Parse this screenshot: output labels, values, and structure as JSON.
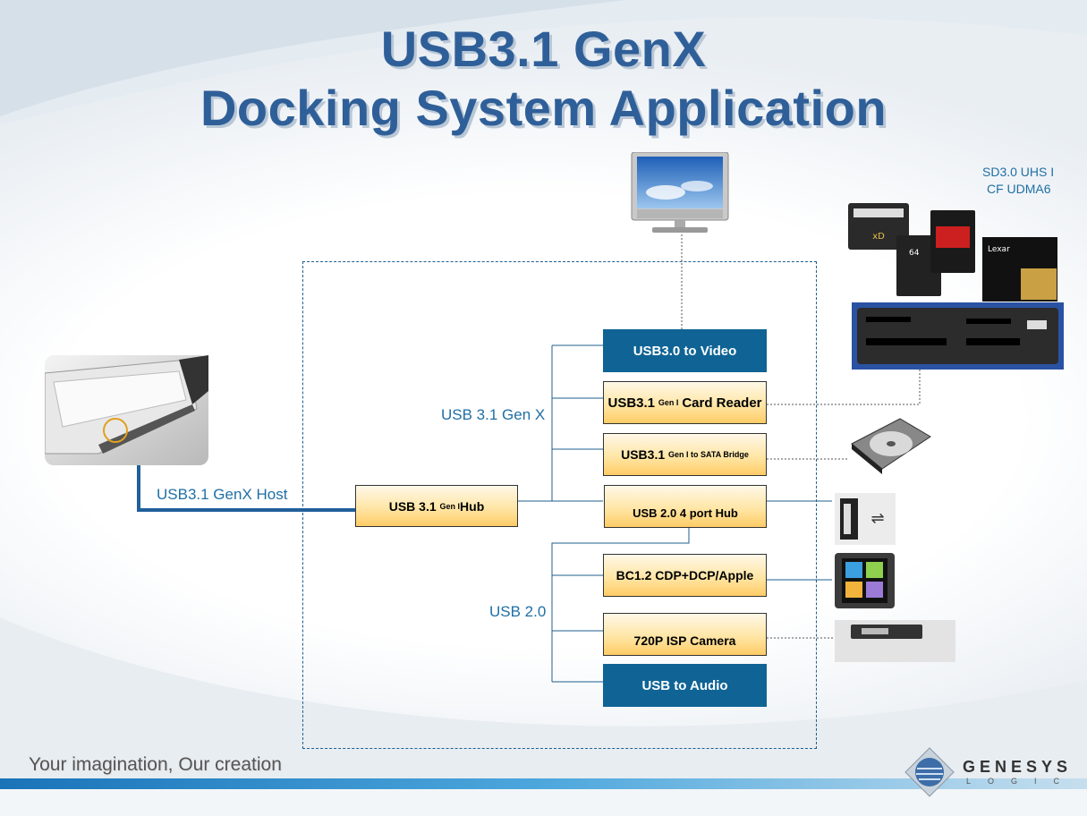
{
  "title": {
    "line1": "USB3.1 GenX",
    "line2": "Docking System Application"
  },
  "labels": {
    "host": "USB3.1 GenX Host",
    "gen_x": "USB 3.1 Gen X",
    "usb20": "USB 2.0",
    "card_spec_1": "SD3.0 UHS I",
    "card_spec_2": "CF UDMA6"
  },
  "boxes": {
    "hub_main": {
      "pre": "USB 3.1 ",
      "sub": "Gen I",
      "post": " Hub"
    },
    "video": "USB3.0 to Video",
    "card_reader": {
      "pre": "USB3.1 ",
      "sub": "Gen I",
      "post": " Card Reader"
    },
    "sata": {
      "pre": "USB3.1 ",
      "sub": "Gen I to SATA Bridge"
    },
    "hub20": "USB 2.0 4 port Hub",
    "bc12": "BC1.2 CDP+DCP/Apple",
    "camera": "720P ISP Camera",
    "audio": "USB to Audio"
  },
  "footer": {
    "slogan": "Your imagination, Our creation",
    "logo": "GENESYS",
    "logo_sub": "LOGIC"
  }
}
